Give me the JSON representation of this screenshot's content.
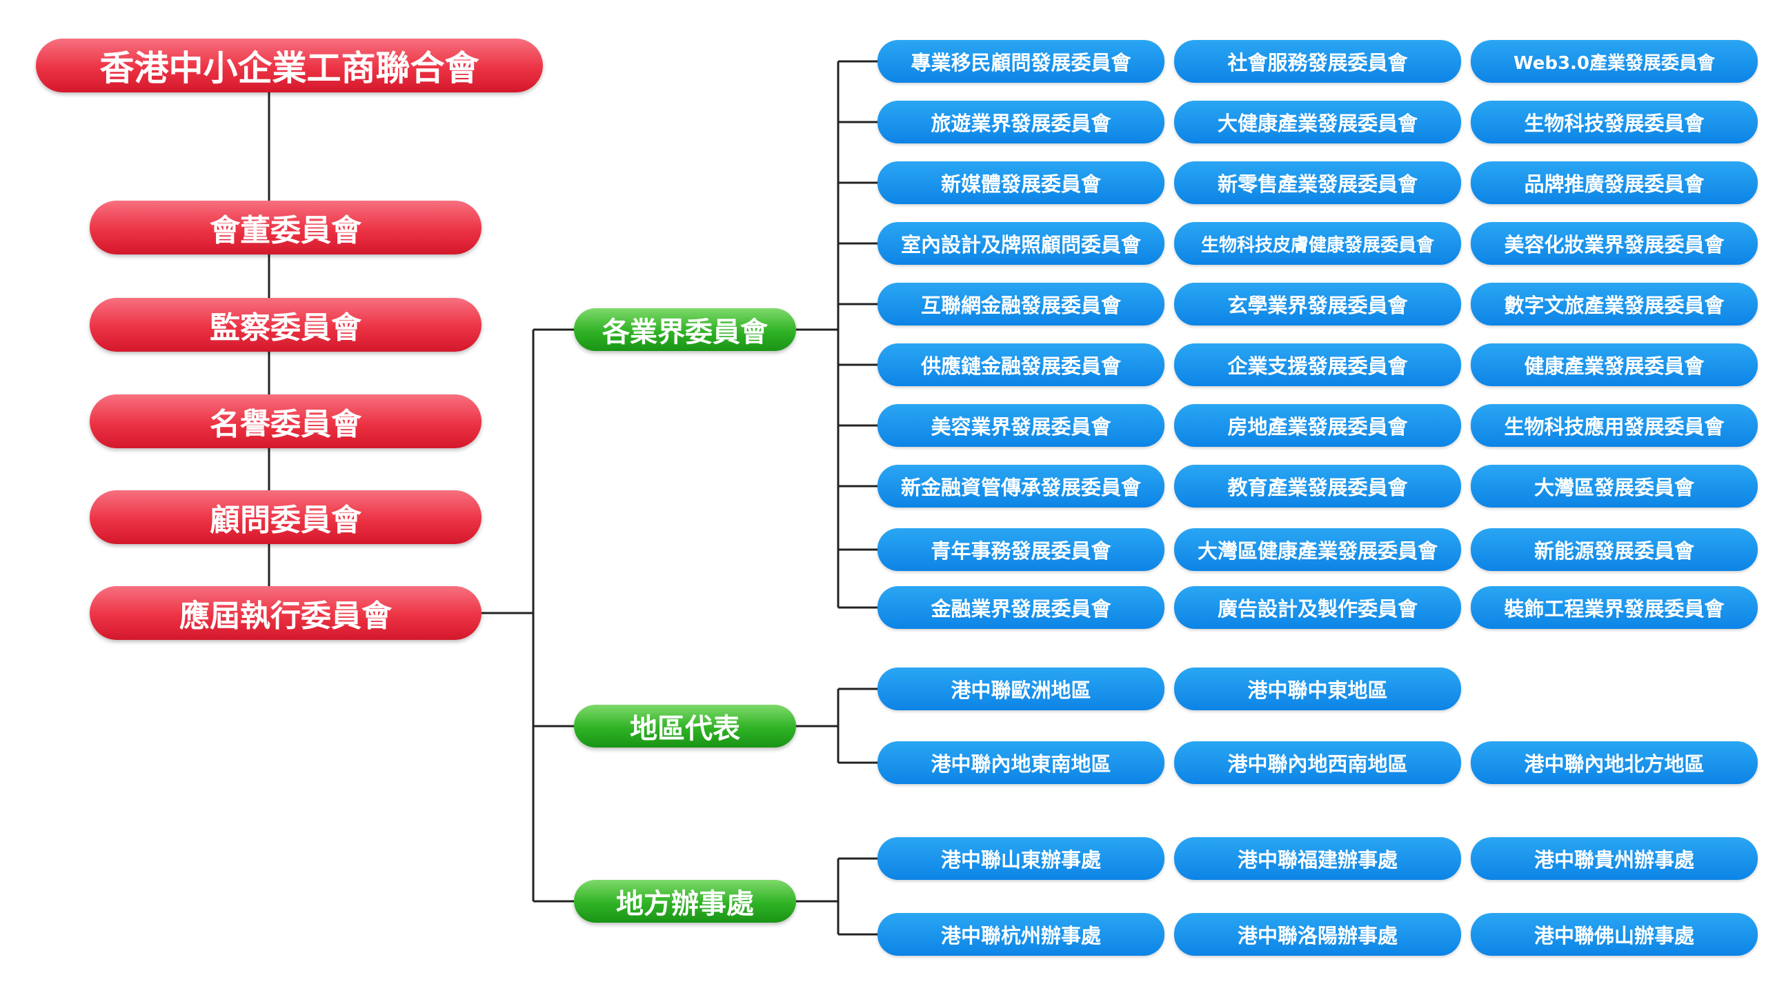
{
  "root": "香港中小企業工商聯合會",
  "committees": [
    "會董委員會",
    "監察委員會",
    "名譽委員會",
    "顧問委員會",
    "應屆執行委員會"
  ],
  "groups": {
    "industry": {
      "label": "各業界委員會",
      "items": [
        [
          "專業移民顧問發展委員會",
          "社會服務發展委員會",
          "Web3.0產業發展委員會"
        ],
        [
          "旅遊業界發展委員會",
          "大健康產業發展委員會",
          "生物科技發展委員會"
        ],
        [
          "新媒體發展委員會",
          "新零售產業發展委員會",
          "品牌推廣發展委員會"
        ],
        [
          "室內設計及牌照顧問委員會",
          "生物科技皮膚健康發展委員會",
          "美容化妝業界發展委員會"
        ],
        [
          "互聯網金融發展委員會",
          "玄學業界發展委員會",
          "數字文旅產業發展委員會"
        ],
        [
          "供應鏈金融發展委員會",
          "企業支援發展委員會",
          "健康產業發展委員會"
        ],
        [
          "美容業界發展委員會",
          "房地產業發展委員會",
          "生物科技應用發展委員會"
        ],
        [
          "新金融資管傳承發展委員會",
          "教育產業發展委員會",
          "大灣區發展委員會"
        ],
        [
          "青年事務發展委員會",
          "大灣區健康產業發展委員會",
          "新能源發展委員會"
        ],
        [
          "金融業界發展委員會",
          "廣告設計及製作委員會",
          "裝飾工程業界發展委員會"
        ]
      ]
    },
    "region": {
      "label": "地區代表",
      "items": [
        [
          "港中聯歐洲地區",
          "港中聯中東地區"
        ],
        [
          "港中聯內地東南地區",
          "港中聯內地西南地區",
          "港中聯內地北方地區"
        ]
      ]
    },
    "office": {
      "label": "地方辦事處",
      "items": [
        [
          "港中聯山東辦事處",
          "港中聯福建辦事處",
          "港中聯貴州辦事處"
        ],
        [
          "港中聯杭州辦事處",
          "港中聯洛陽辦事處",
          "港中聯佛山辦事處"
        ]
      ]
    }
  },
  "colors": {
    "red": "#e8293a",
    "green": "#2fb225",
    "blue": "#0d84e6",
    "line": "#222222"
  }
}
